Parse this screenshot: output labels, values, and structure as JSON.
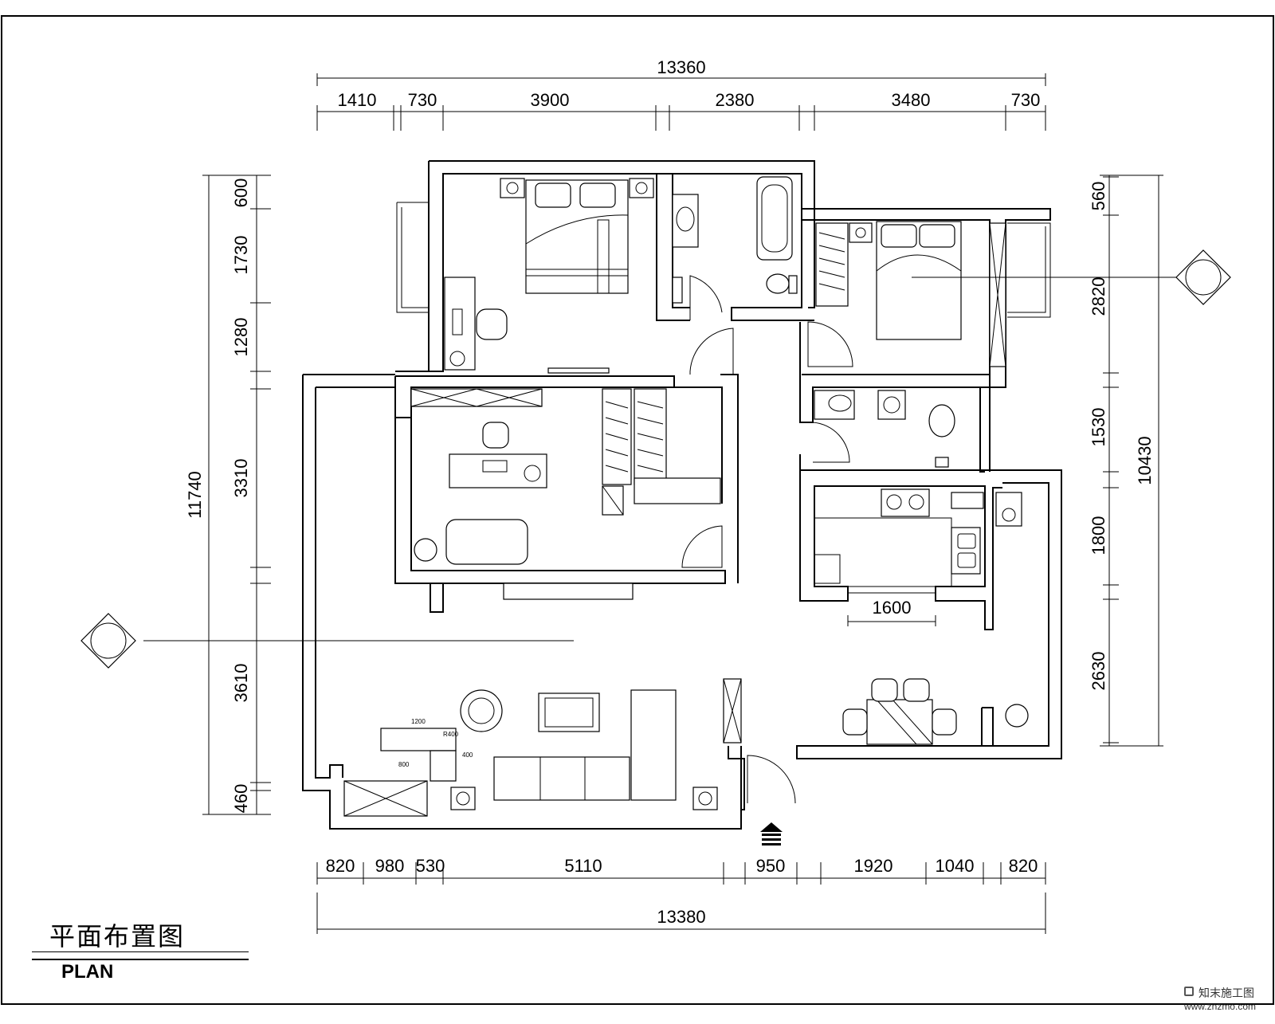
{
  "plan": {
    "title_cn": "平面布置图",
    "title_en": "PLAN",
    "watermark_brand": "知末施工图",
    "watermark_url": "www.znzmo.com"
  },
  "dims": {
    "top_total": "13360",
    "top": [
      "1410",
      "730",
      "3900",
      "2380",
      "3480",
      "730"
    ],
    "bottom": [
      "820",
      "980",
      "530",
      "5110",
      "950",
      "1920",
      "1040",
      "820"
    ],
    "bottom_total": "13380",
    "left_total": "11740",
    "left": [
      "600",
      "1730",
      "1280",
      "3310",
      "3610",
      "460"
    ],
    "right_total": "10430",
    "right": [
      "560",
      "2820",
      "1530",
      "1800",
      "2630"
    ],
    "kitchen_width": "1600"
  },
  "sketch_labels": {
    "bar_top": "1200",
    "bar_bottom": "800",
    "bar_side": "400",
    "bar_diag": "R400"
  }
}
